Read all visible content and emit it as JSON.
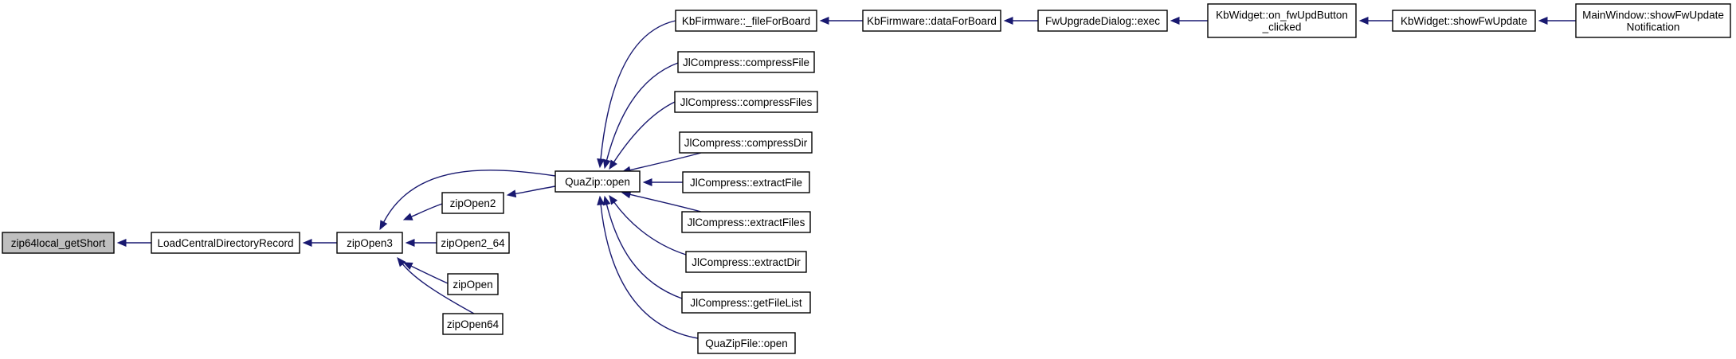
{
  "diagram": {
    "nodes": [
      {
        "id": "n0",
        "lines": [
          "zip64local_getShort"
        ],
        "root": true
      },
      {
        "id": "n1",
        "lines": [
          "LoadCentralDirectoryRecord"
        ]
      },
      {
        "id": "n2",
        "lines": [
          "zipOpen3"
        ]
      },
      {
        "id": "n3",
        "lines": [
          "zipOpen2"
        ]
      },
      {
        "id": "n4",
        "lines": [
          "zipOpen2_64"
        ]
      },
      {
        "id": "n5",
        "lines": [
          "zipOpen"
        ]
      },
      {
        "id": "n6",
        "lines": [
          "zipOpen64"
        ]
      },
      {
        "id": "n7",
        "lines": [
          "QuaZip::open"
        ]
      },
      {
        "id": "n8",
        "lines": [
          "KbFirmware::_fileForBoard"
        ]
      },
      {
        "id": "n9",
        "lines": [
          "JlCompress::compressFile"
        ]
      },
      {
        "id": "n10",
        "lines": [
          "JlCompress::compressFiles"
        ]
      },
      {
        "id": "n11",
        "lines": [
          "JlCompress::compressDir"
        ]
      },
      {
        "id": "n12",
        "lines": [
          "JlCompress::extractFile"
        ]
      },
      {
        "id": "n13",
        "lines": [
          "JlCompress::extractFiles"
        ]
      },
      {
        "id": "n14",
        "lines": [
          "JlCompress::extractDir"
        ]
      },
      {
        "id": "n15",
        "lines": [
          "JlCompress::getFileList"
        ]
      },
      {
        "id": "n16",
        "lines": [
          "QuaZipFile::open"
        ]
      },
      {
        "id": "n17",
        "lines": [
          "KbFirmware::dataForBoard"
        ]
      },
      {
        "id": "n18",
        "lines": [
          "FwUpgradeDialog::exec"
        ]
      },
      {
        "id": "n19",
        "lines": [
          "KbWidget::on_fwUpdButton",
          "_clicked"
        ]
      },
      {
        "id": "n20",
        "lines": [
          "KbWidget::showFwUpdate"
        ]
      },
      {
        "id": "n21",
        "lines": [
          "MainWindow::showFwUpdate",
          "Notification"
        ]
      }
    ],
    "edges": [
      {
        "from": "n1",
        "to": "n0"
      },
      {
        "from": "n2",
        "to": "n1"
      },
      {
        "from": "n3",
        "to": "n2"
      },
      {
        "from": "n4",
        "to": "n2"
      },
      {
        "from": "n5",
        "to": "n2"
      },
      {
        "from": "n6",
        "to": "n2"
      },
      {
        "from": "n7",
        "to": "n2"
      },
      {
        "from": "n7",
        "to": "n3"
      },
      {
        "from": "n8",
        "to": "n7"
      },
      {
        "from": "n9",
        "to": "n7"
      },
      {
        "from": "n10",
        "to": "n7"
      },
      {
        "from": "n11",
        "to": "n7"
      },
      {
        "from": "n12",
        "to": "n7"
      },
      {
        "from": "n13",
        "to": "n7"
      },
      {
        "from": "n14",
        "to": "n7"
      },
      {
        "from": "n15",
        "to": "n7"
      },
      {
        "from": "n16",
        "to": "n7"
      },
      {
        "from": "n17",
        "to": "n8"
      },
      {
        "from": "n18",
        "to": "n17"
      },
      {
        "from": "n19",
        "to": "n18"
      },
      {
        "from": "n20",
        "to": "n19"
      },
      {
        "from": "n21",
        "to": "n20"
      }
    ],
    "colors": {
      "edge": "#191970",
      "root_fill": "#bfbfbf",
      "node_fill": "#ffffff",
      "node_stroke": "#000000"
    }
  }
}
